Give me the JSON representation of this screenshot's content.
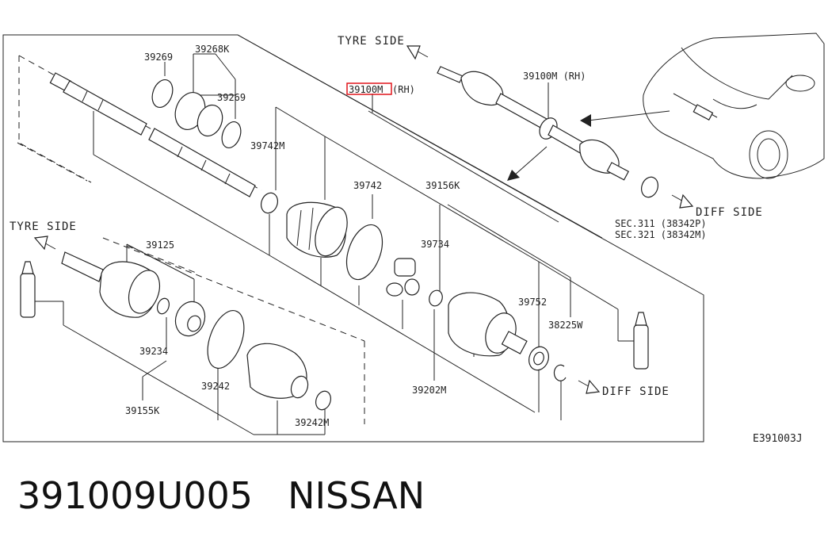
{
  "labels": {
    "tyre_side_top": "TYRE SIDE",
    "tyre_side_left": "TYRE SIDE",
    "diff_side_right": "DIFF SIDE",
    "diff_side_bottom": "DIFF SIDE",
    "highlight_part": "39100M",
    "highlight_suffix": "(RH)",
    "shaft_right": "39100M (RH)",
    "p39269_a": "39269",
    "p39268k": "39268K",
    "p39269_b": "39269",
    "p39742m": "39742M",
    "p39742": "39742",
    "p39156k": "39156K",
    "p39734": "39734",
    "p39125": "39125",
    "p39234": "39234",
    "p39242": "39242",
    "p39155k": "39155K",
    "p39242m": "39242M",
    "p39202m": "39202M",
    "p39752": "39752",
    "p38225w": "38225W",
    "sec311": "SEC.311 (38342P)",
    "sec321": "SEC.321 (38342M)",
    "diagram_code": "E391003J"
  },
  "footer": {
    "part_number": "391009U005",
    "brand": "NISSAN"
  },
  "colors": {
    "highlight": "#e0151b",
    "ink": "#222222"
  }
}
